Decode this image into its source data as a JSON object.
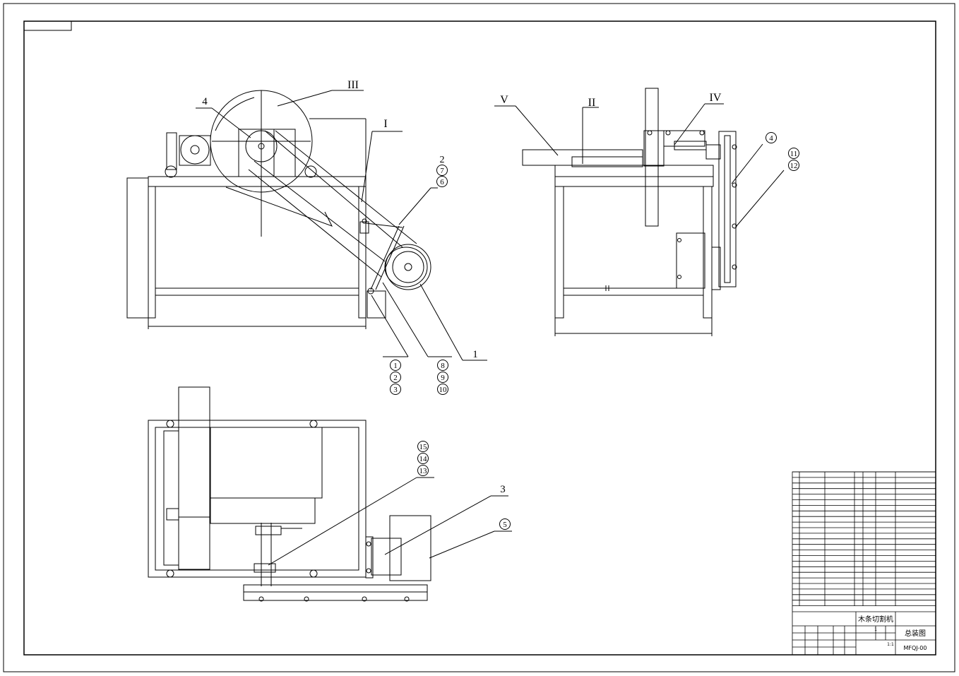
{
  "sheet": {
    "stroke_color": "#000000",
    "background": "#ffffff"
  },
  "front_view": {
    "roman_labels": [
      "III",
      "I"
    ],
    "arabic_labels": [
      "4",
      "1"
    ],
    "balloon_stack_top": [
      "2",
      "7",
      "6"
    ],
    "balloon_stack_left": [
      "1",
      "2",
      "3"
    ],
    "balloon_stack_right": [
      "8",
      "9",
      "10"
    ]
  },
  "side_view": {
    "roman_labels": [
      "V",
      "II",
      "IV"
    ],
    "arabic_labels": [
      "4"
    ],
    "balloons": [
      "11",
      "12"
    ]
  },
  "top_view": {
    "balloons": [
      "15",
      "14",
      "13",
      "5"
    ],
    "arabic_labels": [
      "3"
    ]
  },
  "title_block": {
    "machine_name": "木条切割机",
    "drawing_name": "总装图",
    "drawing_number": "MFQJ-00",
    "scale": "1:1",
    "sheet_count": "1"
  }
}
